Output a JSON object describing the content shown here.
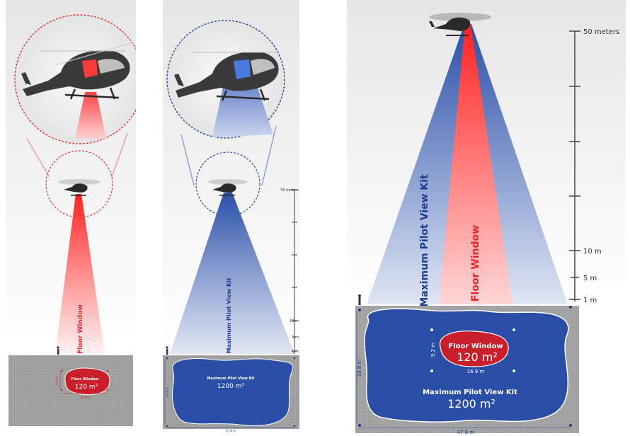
{
  "panels": {
    "floor_window": {
      "beam_label": "Floor Window",
      "area_title": "Floor Window",
      "area_value": "120 m²",
      "dim_width": "16.9 m",
      "dim_height": "9.2 m"
    },
    "pilot_view": {
      "beam_label": "Maximum Pilot View Kit",
      "area_title": "Maximum Pilot View Kit",
      "area_value": "1200 m²",
      "dim_width": "47.8 m",
      "dim_height": "29.8 m",
      "scale_labels": [
        "50 meters",
        "10 m",
        "5 m",
        "1 m"
      ]
    },
    "combined": {
      "beam_label_outer": "Maximum Pilot View Kit",
      "beam_label_inner": "Floor Window",
      "inner_area_title": "Floor Window",
      "inner_area_value": "120 m²",
      "inner_dim_width": "16.9 m",
      "inner_dim_height": "9.2 m",
      "outer_area_title": "Maximum Pilot View Kit",
      "outer_area_value": "1200 m²",
      "outer_dim_width": "47.8 m",
      "outer_dim_height": "29.8 m",
      "scale_labels": [
        "50 meters",
        "10 m",
        "5 m",
        "1 m"
      ]
    }
  },
  "colors": {
    "red": "#e8252b",
    "blue": "#2b4fa8",
    "ground": "#9a9a9a"
  }
}
